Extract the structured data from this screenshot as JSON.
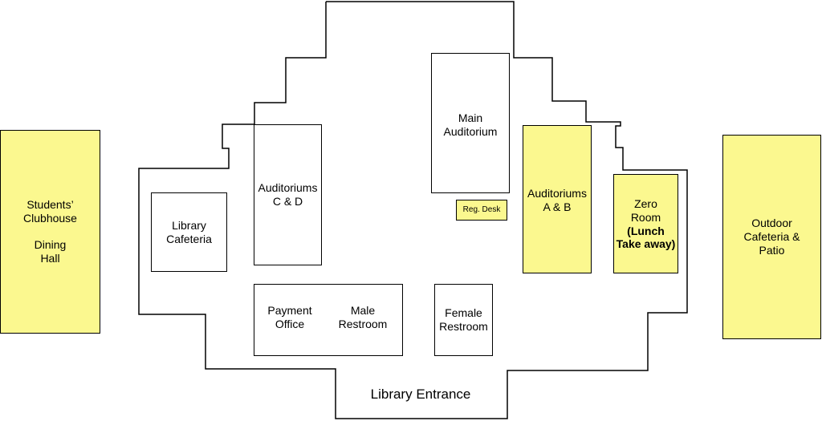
{
  "map": {
    "entrance_label": "Library Entrance",
    "rooms": {
      "students_clubhouse": "Students’\nClubhouse\n\nDining\nHall",
      "library_cafeteria": "Library\nCafeteria",
      "auditoriums_cd": "Auditoriums\nC & D",
      "main_auditorium": "Main\nAuditorium",
      "reg_desk": "Reg. Desk",
      "auditoriums_ab": "Auditoriums\nA & B",
      "zero_room": "Zero\nRoom",
      "zero_room_note": "(Lunch\nTake away)",
      "outdoor_cafeteria": "Outdoor\nCafeteria &\nPatio",
      "payment_office": "Payment\nOffice",
      "male_restroom": "Male\nRestroom",
      "female_restroom": "Female\nRestroom"
    },
    "colors": {
      "highlight": "#fbf88f",
      "outline": "#000000",
      "background": "#ffffff"
    }
  }
}
